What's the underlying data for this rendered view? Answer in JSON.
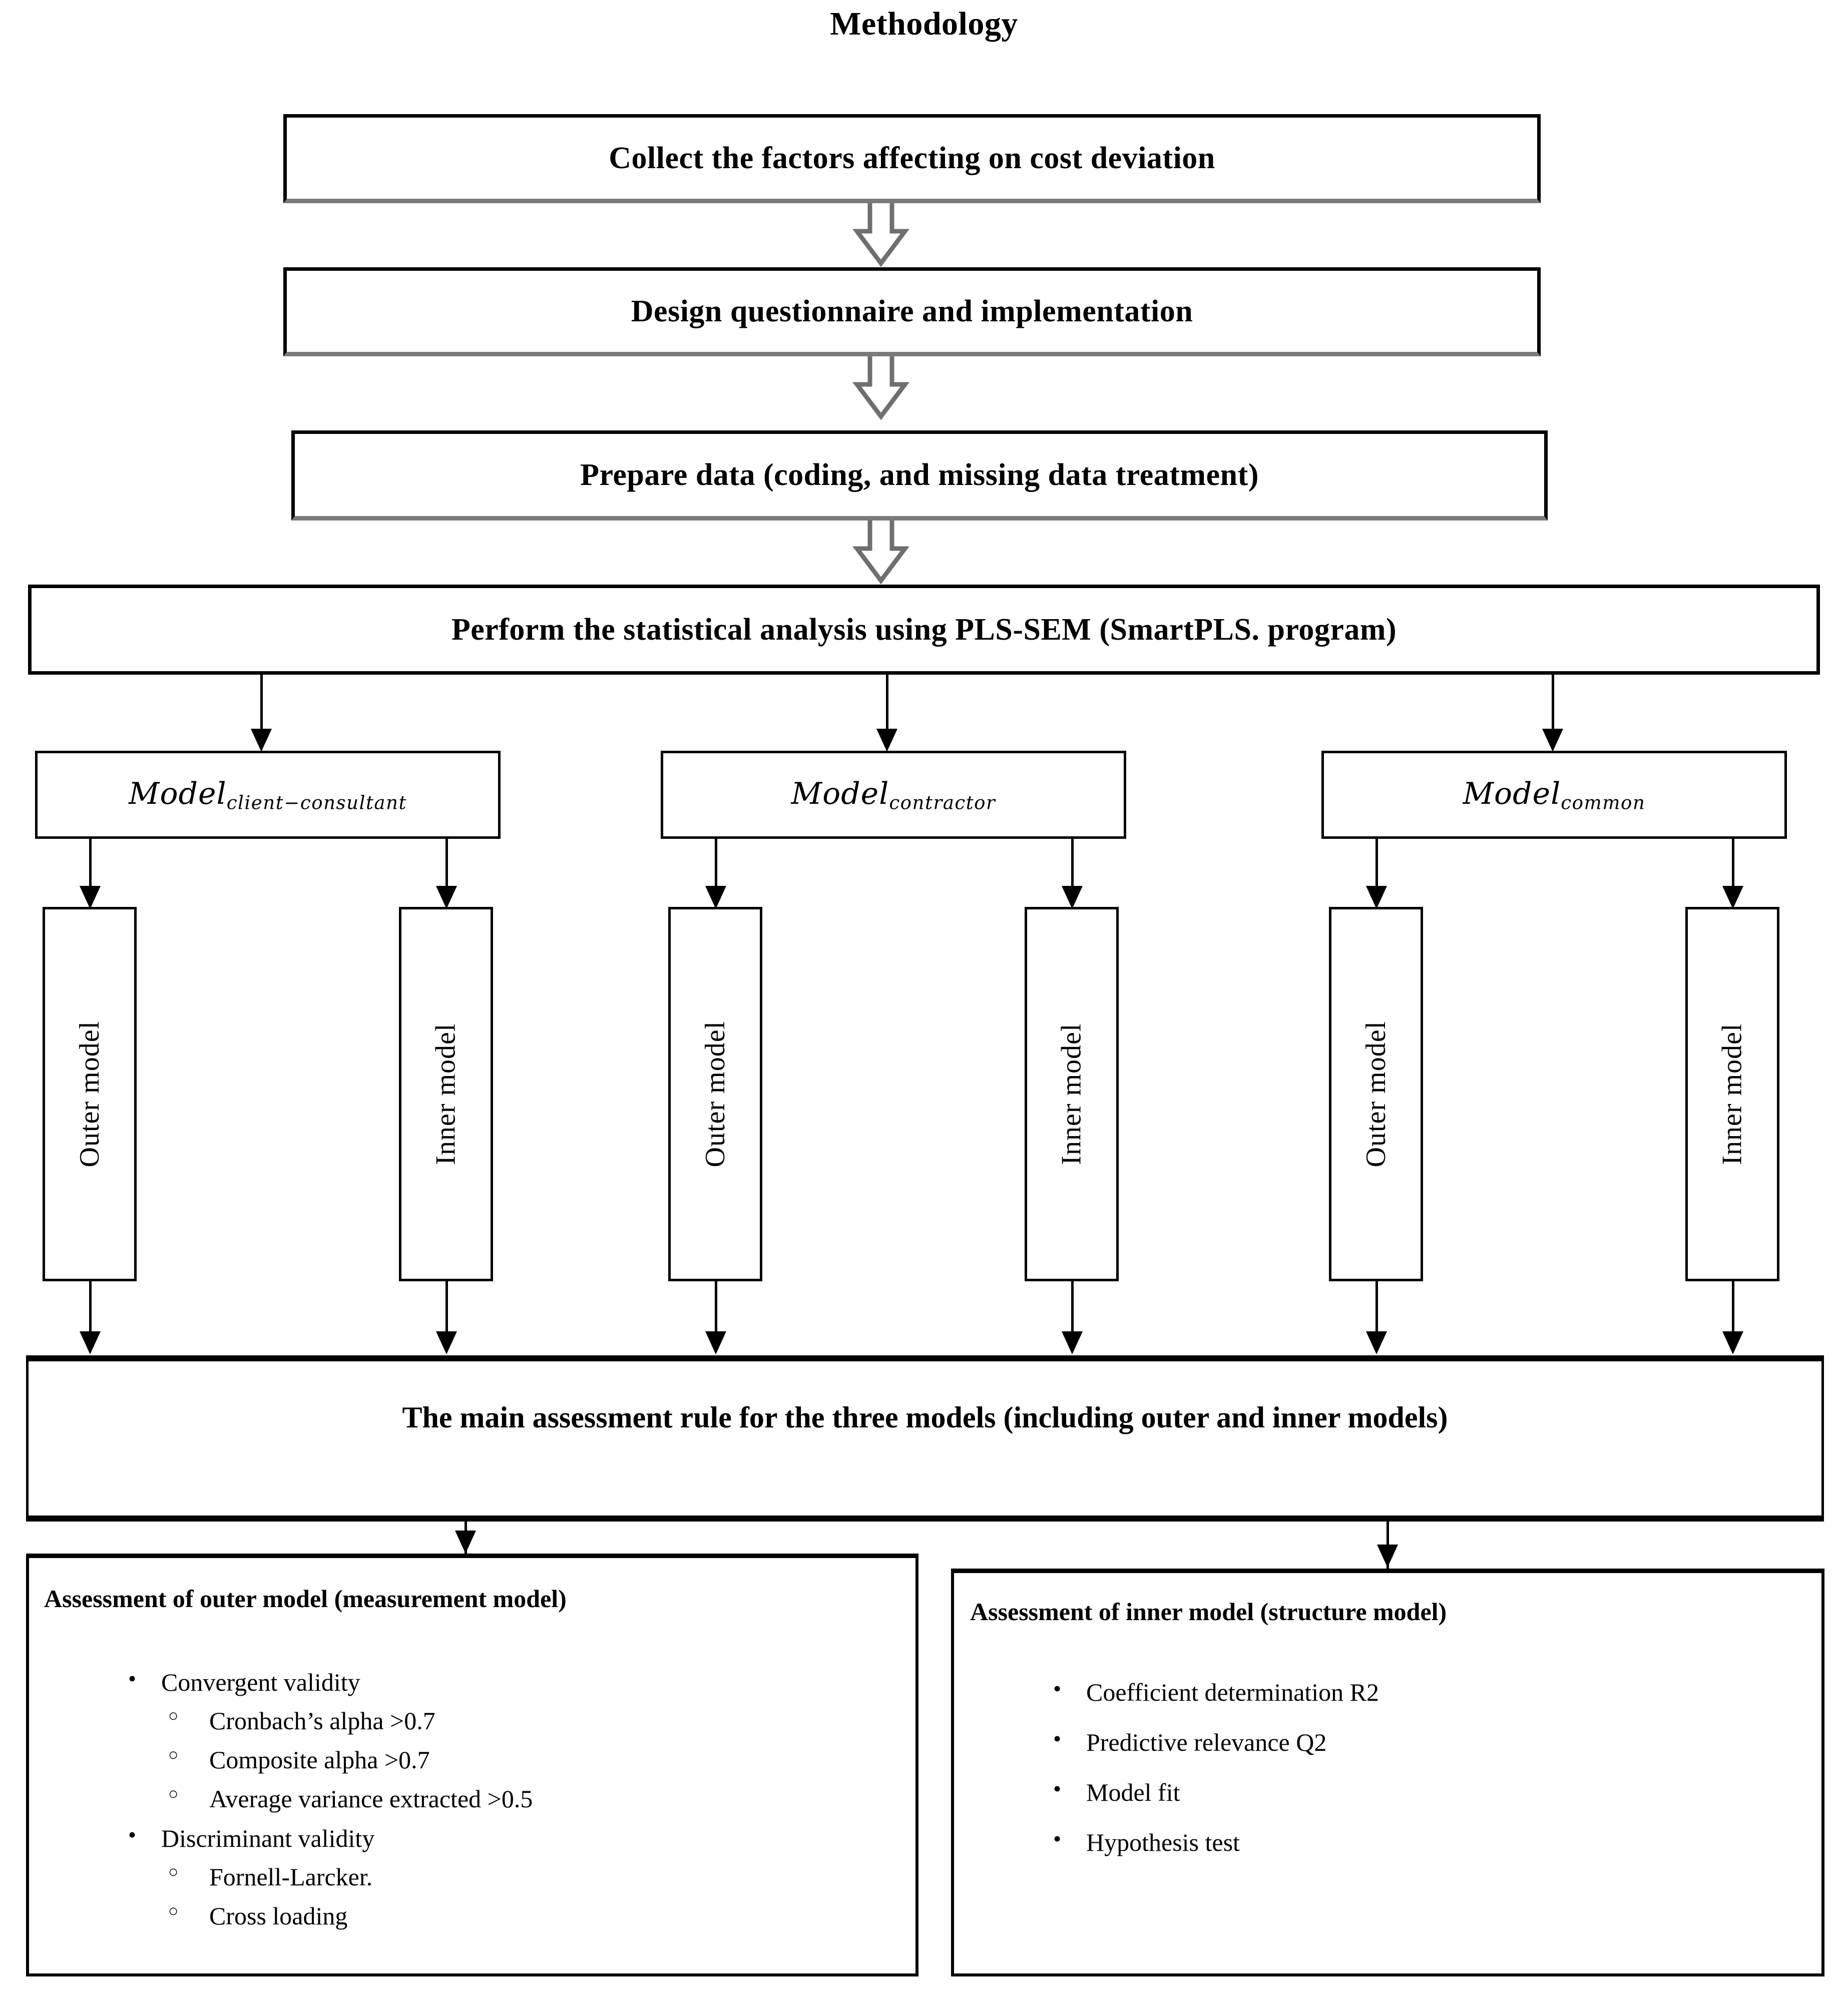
{
  "title": "Methodology",
  "steps": [
    {
      "id": "collect",
      "label": "Collect the factors affecting on cost deviation"
    },
    {
      "id": "design",
      "label": "Design questionnaire and implementation"
    },
    {
      "id": "prepare",
      "label": "Prepare data (coding, and missing  data treatment)"
    },
    {
      "id": "analysis",
      "label": "Perform the statistical analysis using PLS-SEM (SmartPLS. program)"
    }
  ],
  "models": [
    {
      "id": "client-consultant",
      "base": "Model",
      "subscript": "client−consultant"
    },
    {
      "id": "contractor",
      "base": "Model",
      "subscript": "contractor"
    },
    {
      "id": "common",
      "base": "Model",
      "subscript": "common"
    }
  ],
  "submodels": {
    "outer_label": "Outer model",
    "inner_label": "Inner model"
  },
  "assessment_rule": {
    "label": "The main assessment  rule for the three models (including outer and inner models)"
  },
  "outer_assessment": {
    "header": "Assessment of outer model (measurement model)",
    "items": [
      {
        "label": "Convergent validity",
        "children": [
          "Cronbach’s alpha >0.7",
          "Composite alpha >0.7",
          "Average variance extracted >0.5"
        ]
      },
      {
        "label": "Discriminant validity",
        "children": [
          "Fornell-Larcker.",
          "Cross loading"
        ]
      }
    ]
  },
  "inner_assessment": {
    "header": "Assessment of inner model (structure model)",
    "items": [
      {
        "label": "Coefficient determination R2"
      },
      {
        "label": "Predictive relevance Q2"
      },
      {
        "label": "Model fit"
      },
      {
        "label": "Hypothesis test"
      }
    ]
  },
  "colors": {
    "line": "#000000",
    "box_shadow": "#7a7a7a",
    "background": "#ffffff"
  }
}
